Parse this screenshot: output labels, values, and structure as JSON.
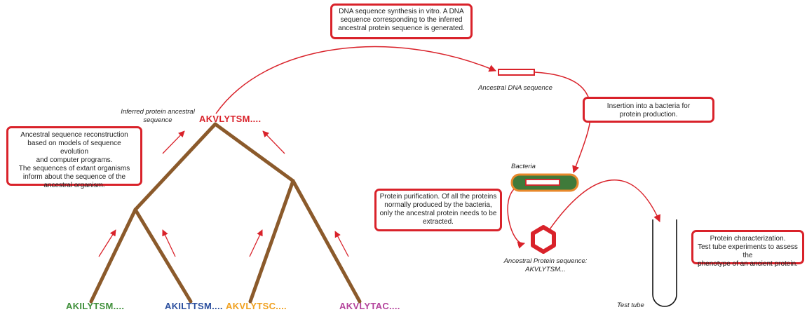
{
  "colors": {
    "accent_red": "#d9222a",
    "branch_brown": "#8b5a2b",
    "bacteria_green": "#3f7a3a",
    "bacteria_orange": "#e8882b",
    "seq_green": "#3f8f3a",
    "seq_blue": "#2b4f9e",
    "seq_orange": "#f0a01e",
    "seq_purple": "#b4449c"
  },
  "boxes": {
    "synthesis": [
      "DNA sequence synthesis in vitro. A DNA",
      "sequence corresponding to the inferred",
      "ancestral protein sequence is generated."
    ],
    "insertion": [
      "Insertion into a bacteria for",
      "protein production."
    ],
    "reconstruction": [
      "Ancestral sequence reconstruction",
      "based on models of sequence evolution",
      "and computer programs.",
      "The sequences of extant organisms",
      "inform about the sequence of the",
      "ancestral organism."
    ],
    "purification": [
      "Protein purification. Of all the proteins",
      "normally produced by the bacteria,",
      "only the ancestral protein needs to be",
      "extracted."
    ],
    "characterization": [
      "Protein characterization.",
      "Test tube experiments to assess the",
      "phenotype of an ancient protein."
    ]
  },
  "labels": {
    "inferred_line1": "Inferred protein ancestral",
    "inferred_line2": "sequence",
    "ancestral_dna": "Ancestral DNA sequence",
    "bacteria": "Bacteria",
    "ancestral_protein_line1": "Ancestral Protein sequence:",
    "ancestral_protein_line2": "AKVLYTSM...",
    "test_tube": "Test tube"
  },
  "sequences": {
    "root": "AKVLYTSM....",
    "leaf1": "AKILYTSM....",
    "leaf2": "AKILTTSM....",
    "leaf3": "AKVLYTSC....",
    "leaf4": "AKVLYTAC...."
  }
}
